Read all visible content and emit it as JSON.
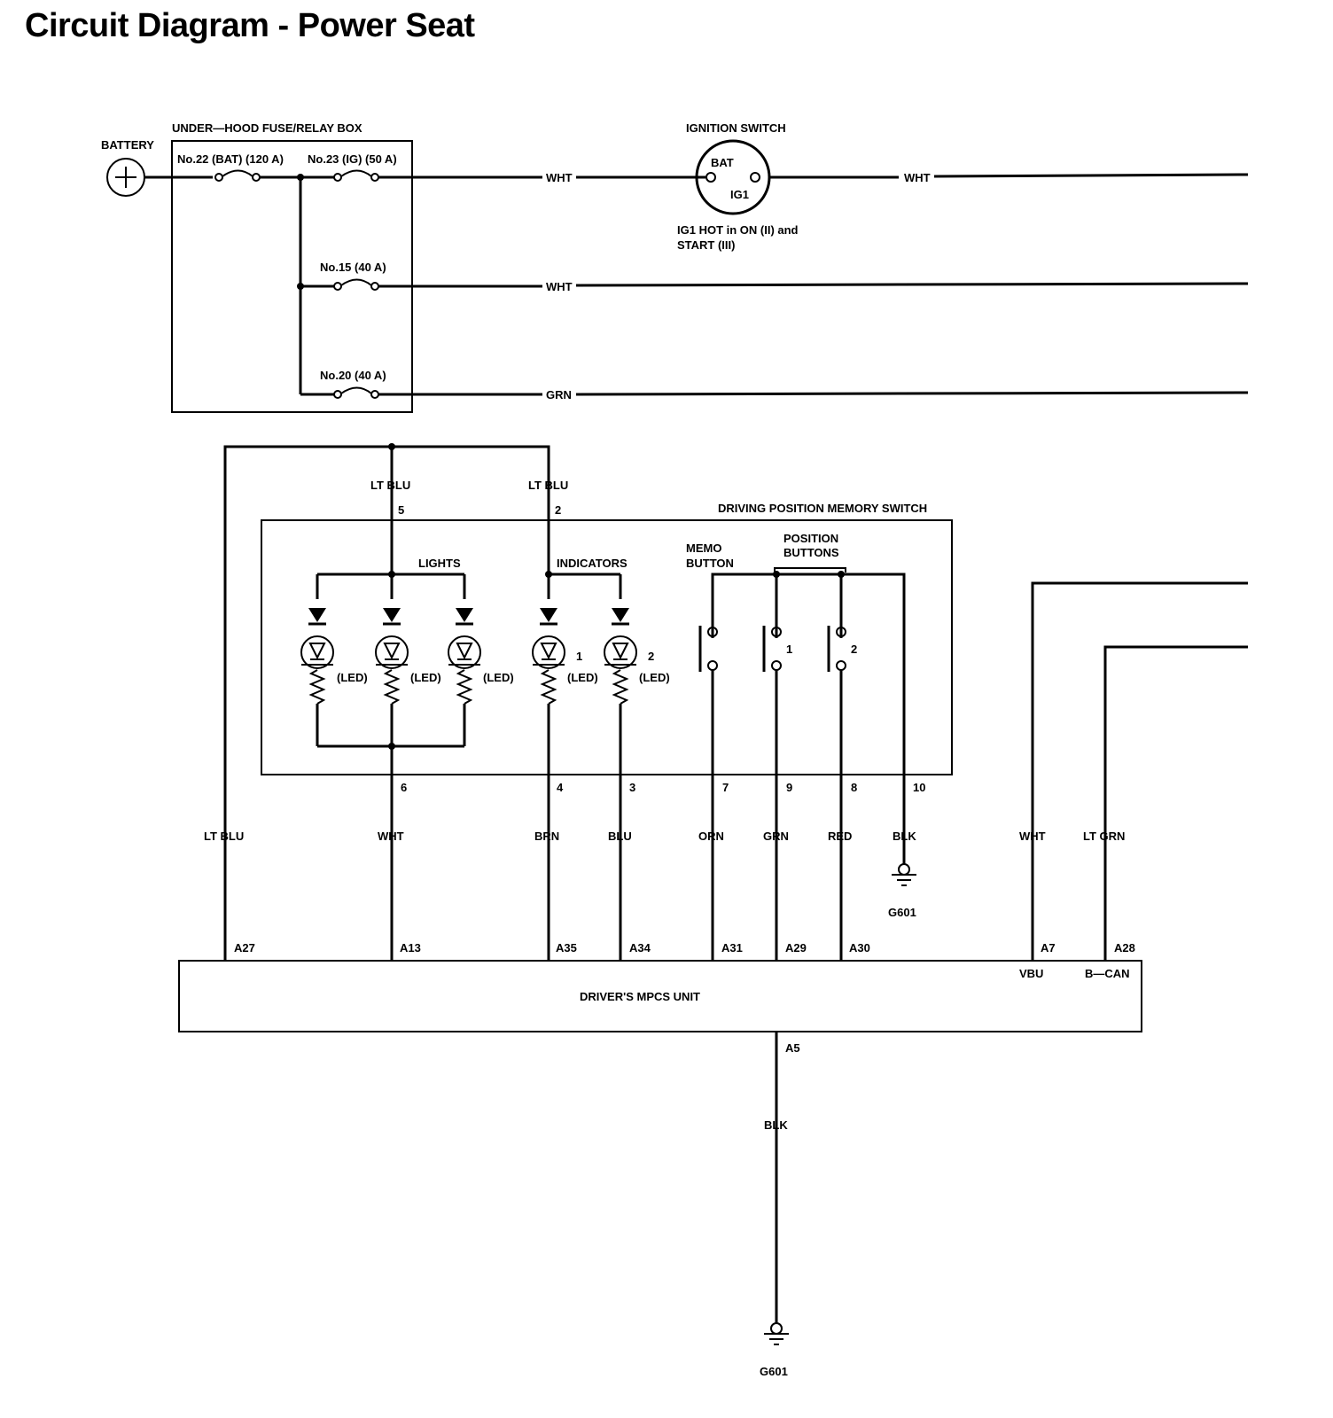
{
  "title": "Circuit Diagram - Power Seat",
  "battery": {
    "label": "BATTERY",
    "symbol": "+"
  },
  "fuse_box": {
    "label": "UNDER—HOOD FUSE/RELAY BOX",
    "fuses": {
      "f22": "No.22 (BAT) (120 A)",
      "f23": "No.23 (IG) (50 A)",
      "f15": "No.15 (40 A)",
      "f20": "No.20 (40 A)"
    }
  },
  "ignition": {
    "label": "IGNITION SWITCH",
    "bat": "BAT",
    "ig1": "IG1",
    "note_line1": "IG1 HOT in ON (II) and",
    "note_line2": "START (III)"
  },
  "top_wires": {
    "w23": "WHT",
    "wig": "WHT",
    "w15": "WHT",
    "w20": "GRN"
  },
  "switch": {
    "label": "DRIVING POSITION MEMORY SWITCH",
    "lights": "LIGHTS",
    "indicators": "INDICATORS",
    "memo_line1": "MEMO",
    "memo_line2": "BUTTON",
    "position_line1": "POSITION",
    "position_line2": "BUTTONS",
    "led": "(LED)",
    "ind1": "1",
    "ind2": "2",
    "btn1": "1",
    "btn2": "2",
    "in_wire_5": "LT BLU",
    "in_wire_2": "LT BLU",
    "pin_5": "5",
    "pin_2": "2",
    "pins": {
      "p6": "6",
      "p4": "4",
      "p3": "3",
      "p7": "7",
      "p9": "9",
      "p8": "8",
      "p10": "10"
    }
  },
  "lower_wires": {
    "a27": "LT BLU",
    "a13": "WHT",
    "a35": "BRN",
    "a34": "BLU",
    "a31": "ORN",
    "a29": "GRN",
    "a30": "RED",
    "blk": "BLK",
    "a7": "WHT",
    "a28": "LT GRN"
  },
  "ground": {
    "g1": "G601",
    "g2": "G601"
  },
  "unit": {
    "label": "DRIVER'S MPCS UNIT",
    "vbu": "VBU",
    "bcan": "B—CAN",
    "pins": {
      "A27": "A27",
      "A13": "A13",
      "A35": "A35",
      "A34": "A34",
      "A31": "A31",
      "A29": "A29",
      "A30": "A30",
      "A7": "A7",
      "A28": "A28",
      "A5": "A5"
    },
    "a5_wire": "BLK"
  }
}
